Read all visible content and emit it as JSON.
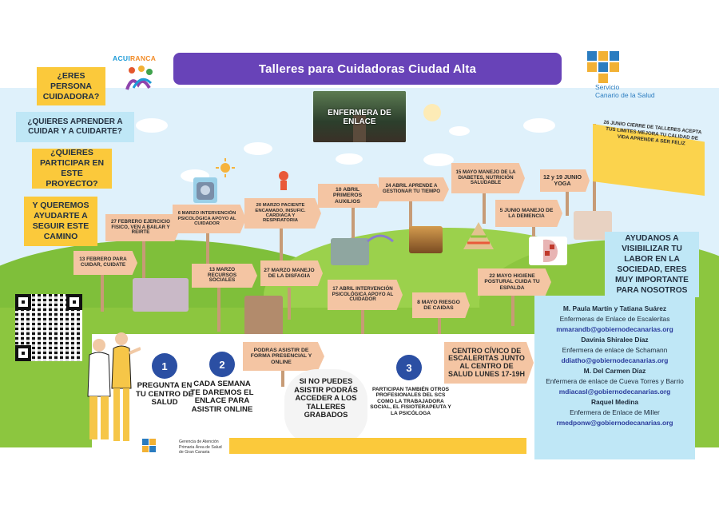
{
  "title": "Talleres para Cuidadoras  Ciudad Alta",
  "logos": {
    "acuiranca_prefix": "ACUI",
    "acuiranca_suffix": "RANCA",
    "scs_line1": "Servicio",
    "scs_line2": "Canario de la Salud",
    "footer_line1": "Gerencia de Atención",
    "footer_line2": "Primaria Área de Salud",
    "footer_line3": "de Gran Canaria"
  },
  "left_questions": {
    "q1": "¿ERES PERSONA CUIDADORA?",
    "q2": "¿QUIERES APRENDER A CUIDAR Y A CUIDARTE?",
    "q3": "¿QUIERES PARTICIPAR EN ESTE PROYECTO?",
    "q4": "Y QUEREMOS AYUDARTE A SEGUIR ESTE CAMINO"
  },
  "center_image_label": "ENFERMERA DE ENLACE",
  "sessions": [
    {
      "text": "13 FEBRERO PARA CUIDAR, CUIDATE"
    },
    {
      "text": "27 FEBRERO EJERCICIO FISICO, VEN A BAILAR Y REIRTE"
    },
    {
      "text": "6 MARZO INTERVENCIÓN PSICOLÓGICA APOYO AL CUIDADOR"
    },
    {
      "text": "13 MARZO RECURSOS SOCIALES"
    },
    {
      "text": "20 MARZO PACIENTE ENCAMADO, INSUFIC. CARDIACA Y RESPIRATORIA"
    },
    {
      "text": "27 MARZO MANEJO DE LA DISFAGIA"
    },
    {
      "text": "10 ABRIL PRIMEROS AUXILIOS"
    },
    {
      "text": "17 ABRIL INTERVENCIÓN PSICOLÓGICA APOYO AL CUIDADOR"
    },
    {
      "text": "24 ABRIL APRENDE A GESTIONAR TU TIEMPO"
    },
    {
      "text": "8 MAYO RIESGO DE CAIDAS"
    },
    {
      "text": "15 MAYO MANEJO DE LA DIABETES, NUTRICIÓN SALUDABLE"
    },
    {
      "text": "22 MAYO HIGIENE POSTURAL CUIDA TU ESPALDA"
    },
    {
      "text": "5 JUNIO MANEJO DE LA DEMENCIA"
    },
    {
      "text": "12 y 19 JUNIO YOGA"
    }
  ],
  "flag_text": "26 JUNIO CIERRE DE TALLERES ACEPTA TUS LIMITES MEJORA TU CALIDAD DE VIDA APRENDE A SER FELIZ",
  "help_box": "AYUDANOS A VISIBILIZAR TU LABOR EN LA SOCIEDAD, ERES MUY IMPORTANTE PARA NOSOTROS",
  "steps": [
    {
      "number": "1",
      "text": "PREGUNTA EN TU CENTRO DE SALUD"
    },
    {
      "number": "2",
      "text": "CADA SEMANA TE DAREMOS EL ENLACE PARA ASISTIR ONLINE"
    },
    {
      "number": "3",
      "text": "PARTICIPAN TAMBIÉN OTROS PROFESIONALES DEL SCS COMO LA TRABAJADORA SOCIAL, EL FISIOTERAPEUTA Y LA PSICÓLOGA"
    }
  ],
  "presencial_sign": "PODRAS ASISTIR DE FORMA PRESENCIAL Y ONLINE",
  "recorded_cloud": "SI NO PUEDES ASISTIR PODRÁS ACCEDER A LOS TALLERES GRABADOS",
  "venue_sign": "CENTRO CÍVICO DE ESCALERITAS JUNTO AL CENTRO DE SALUD LUNES 17-19H",
  "contacts": [
    {
      "name": "M. Paula Martín  y Tatiana Suárez",
      "role": "Enfermeras de Enlace de Escaleritas",
      "email": "mmarandb@gobiernodecanarias.org"
    },
    {
      "name": "Davinia Shiralee Díaz",
      "role": "Enfermera de enlace de Schamann",
      "email": "ddiatho@gobiernodecanarias.org"
    },
    {
      "name": "M. Del Carmen Díaz",
      "role": "Enfermera de enlace de Cueva Torres y Barrio",
      "email": "mdiacasl@gobiernodecanarias.org"
    },
    {
      "name": "Raquel Medina",
      "role": "Enfermera de Enlace de Miller",
      "email": "rmedponw@gobiernodecanarias.org"
    }
  ],
  "colors": {
    "title_bar": "#6843b8",
    "yellow": "#fbc93b",
    "light_blue": "#bfe7f6",
    "sign": "#f4c5a3",
    "step_circle": "#2b4fa3",
    "grass": "#8cc63f"
  }
}
